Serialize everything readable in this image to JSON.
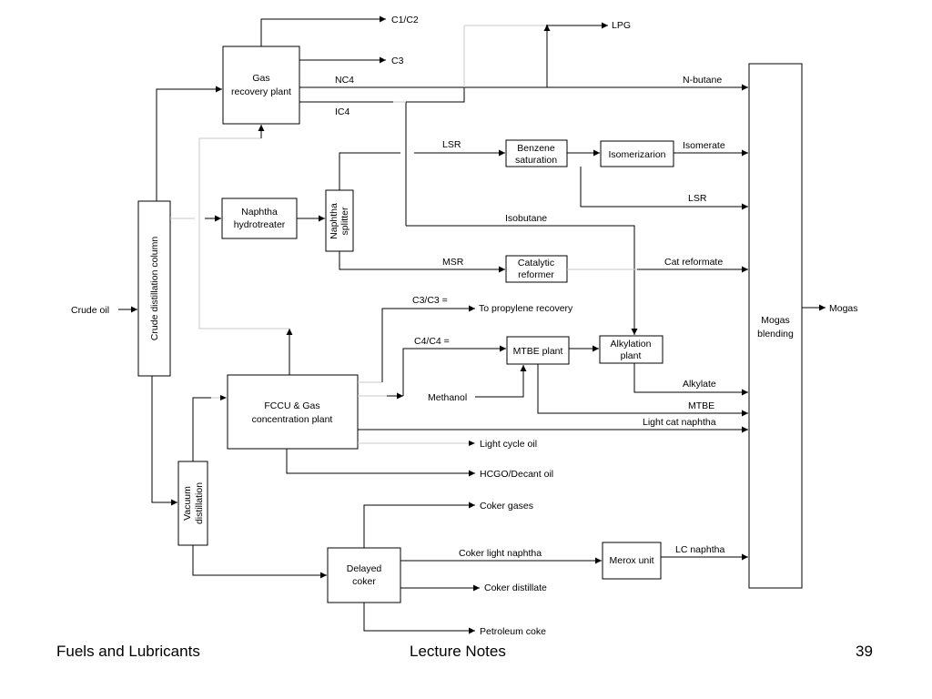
{
  "diagram": {
    "boxes": {
      "gas_recovery": [
        "Gas",
        "recovery plant"
      ],
      "crude_column": "Crude distillation column",
      "naphtha_hydrotreater": [
        "Naphtha",
        "hydrotreater"
      ],
      "naphtha_splitter": [
        "Naphtha",
        "splitter"
      ],
      "benzene_saturation": [
        "Benzene",
        "saturation"
      ],
      "isomerization": "Isomerizarion",
      "catalytic_reformer": [
        "Catalytic",
        "reformer"
      ],
      "mtbe_plant": "MTBE plant",
      "alkylation_plant": [
        "Alkylation",
        "plant"
      ],
      "fccu": [
        "FCCU & Gas",
        "concentration plant"
      ],
      "vacuum_distillation": [
        "Vacuum",
        "distillation"
      ],
      "delayed_coker": [
        "Delayed",
        "coker"
      ],
      "merox_unit": "Merox unit",
      "mogas_blending": [
        "Mogas",
        "blending"
      ]
    },
    "labels": {
      "c1c2": "C1/C2",
      "c3": "C3",
      "lpg": "LPG",
      "nc4": "NC4",
      "ic4": "IC4",
      "n_butane": "N-butane",
      "lsr_top": "LSR",
      "isomerate": "Isomerate",
      "lsr_right": "LSR",
      "isobutane": "Isobutane",
      "msr": "MSR",
      "cat_reformate": "Cat reformate",
      "crude_oil": "Crude oil",
      "mogas": "Mogas",
      "c3c3": "C3/C3 =",
      "propylene": "To propylene recovery",
      "c4c4": "C4/C4 =",
      "methanol": "Methanol",
      "alkylate": "Alkylate",
      "mtbe": "MTBE",
      "light_cat_naphtha": "Light cat naphtha",
      "light_cycle_oil": "Light cycle oil",
      "hcgo": "HCGO/Decant oil",
      "coker_gases": "Coker gases",
      "coker_light_naphtha": "Coker light naphtha",
      "lc_naphtha": "LC naphtha",
      "coker_distillate": "Coker distillate",
      "petroleum_coke": "Petroleum coke"
    }
  },
  "footer": {
    "left": "Fuels and Lubricants",
    "center": "Lecture Notes",
    "page": "39"
  }
}
